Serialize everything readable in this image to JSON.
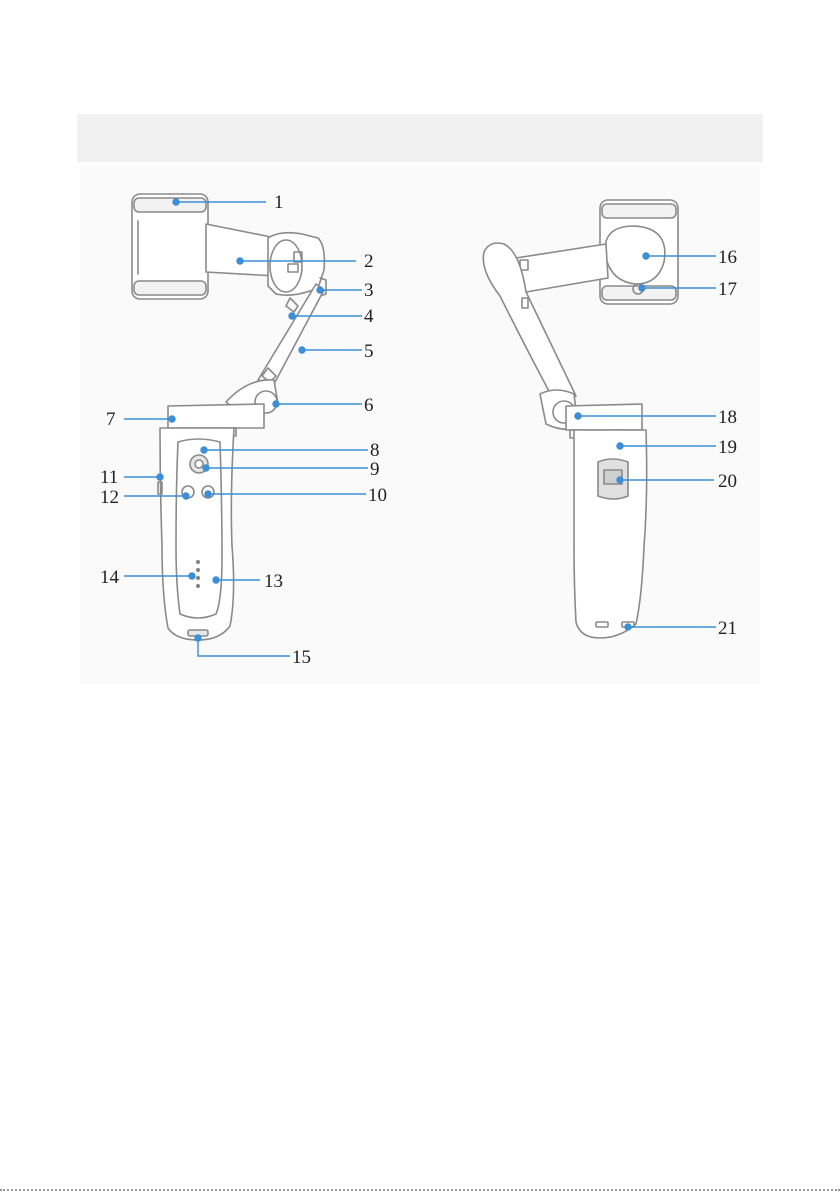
{
  "colors": {
    "callout_line": "#3a8fd6",
    "callout_dot": "#3a8fd6",
    "outline": "#8a8a8a",
    "header_bar": "#f1f1f1"
  },
  "callouts": [
    "1",
    "2",
    "3",
    "4",
    "5",
    "6",
    "7",
    "8",
    "9",
    "10",
    "11",
    "12",
    "13",
    "14",
    "15",
    "16",
    "17",
    "18",
    "19",
    "20",
    "21"
  ]
}
